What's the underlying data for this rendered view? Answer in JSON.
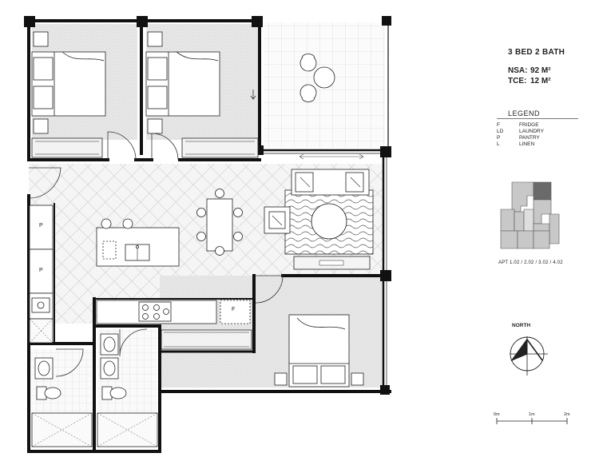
{
  "header": {
    "title": "3 BED 2 BATH",
    "nsa_label": "NSA:",
    "nsa_value": "92 M²",
    "tce_label": "TCE:",
    "tce_value": "12 M²"
  },
  "legend": {
    "title": "LEGEND",
    "items": [
      {
        "code": "F",
        "label": "FRIDGE"
      },
      {
        "code": "LD",
        "label": "LAUNDRY"
      },
      {
        "code": "P",
        "label": "PANTRY"
      },
      {
        "code": "L",
        "label": "LINEN"
      }
    ]
  },
  "key_plan": {
    "caption": "APT 1.02 / 2.02 / 3.02 / 4.02"
  },
  "north_label": "NORTH",
  "scale_labels": [
    "0m",
    "1m",
    "2m"
  ],
  "plan_labels": {
    "pantry_upper": "P",
    "pantry_lower": "P",
    "fridge": "F"
  },
  "colors": {
    "wall": "#111111",
    "floor_bedroom": "#e4e4e4",
    "floor_timber": "#f3f3f3",
    "key_highlight": "#6a6a6a",
    "key_plan": "#c8c8c8"
  }
}
